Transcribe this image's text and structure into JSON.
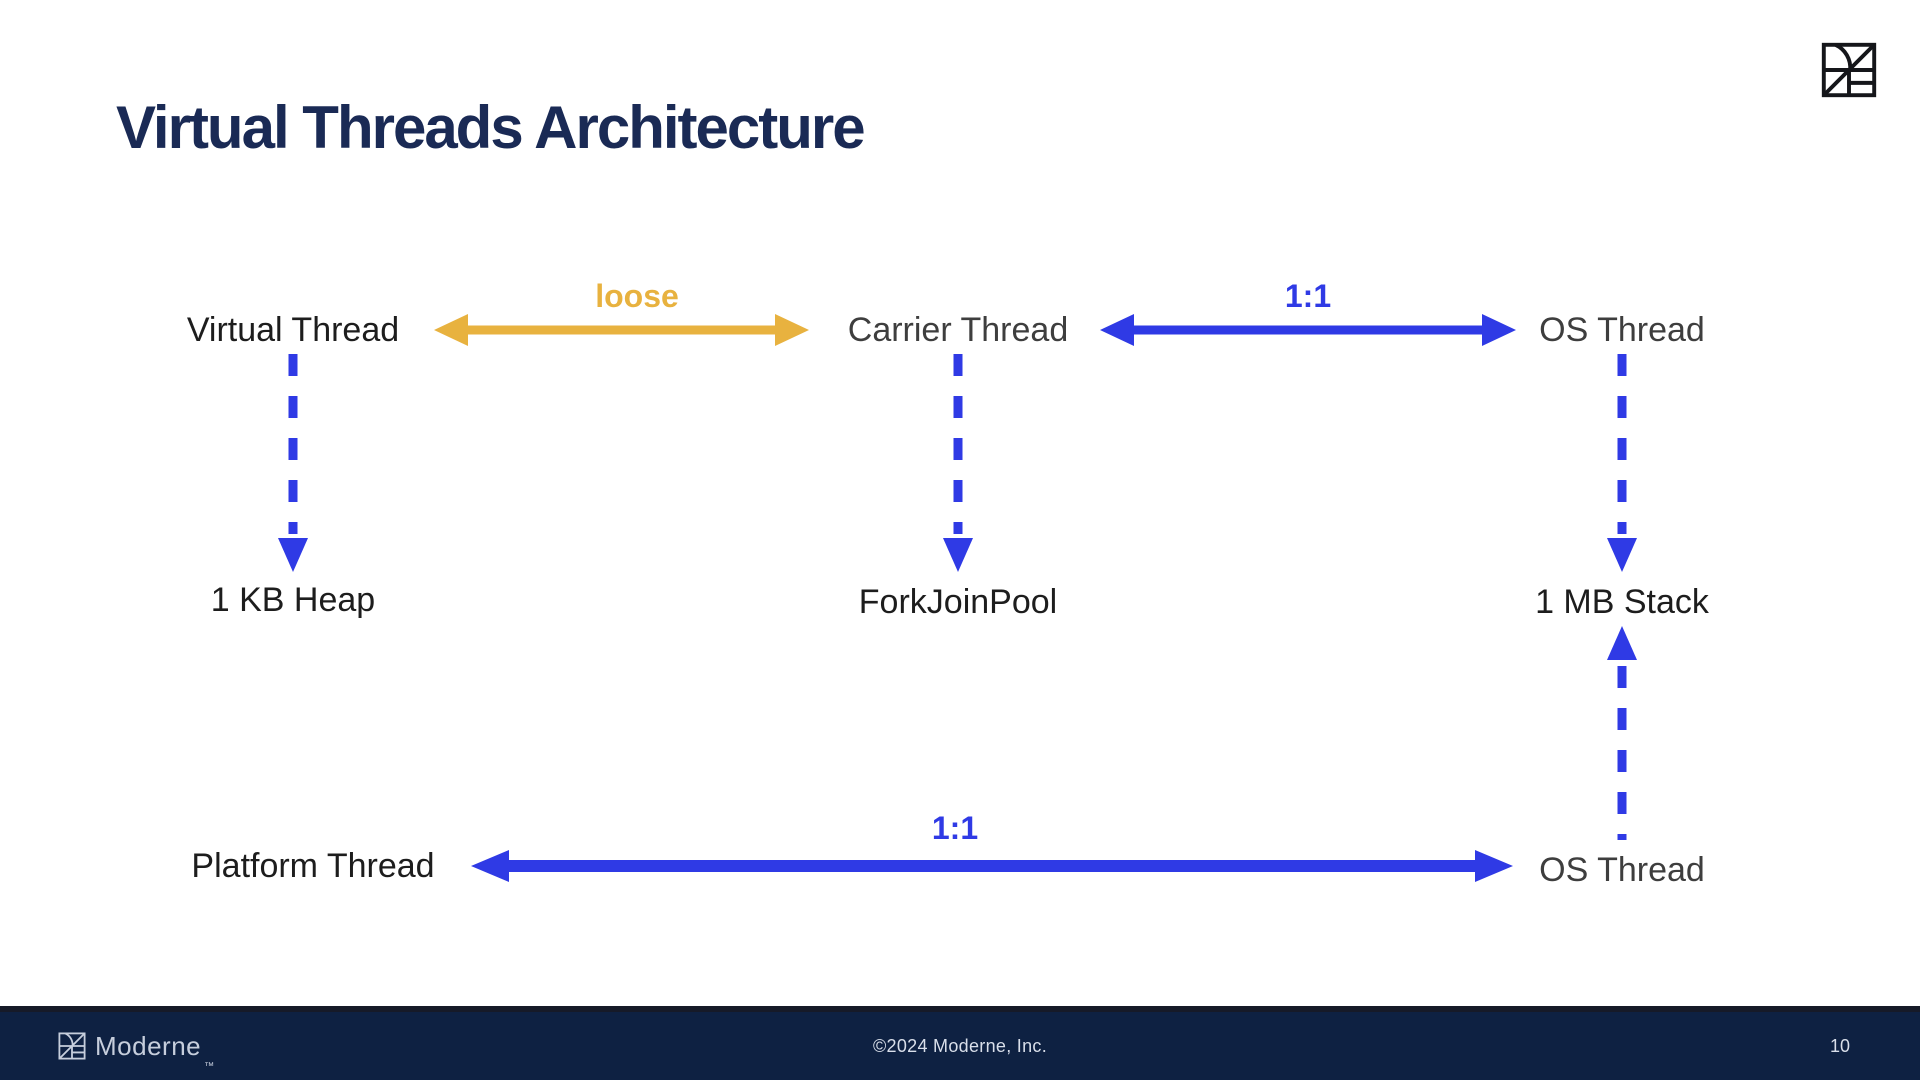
{
  "colors": {
    "accent_blue": "#2F3AE5",
    "accent_gold": "#E8B23F",
    "title_navy": "#1A2A55",
    "footer_navy": "#0E2142",
    "text_black": "#1D1D1D",
    "text_gray": "#3E3E3E",
    "footer_text": "#D9DFEA"
  },
  "slide": {
    "title": "Virtual Threads Architecture",
    "page_number": "10"
  },
  "footer": {
    "brand": "Moderne",
    "trademark": "™",
    "copyright": "©2024 Moderne, Inc."
  },
  "diagram": {
    "nodes": {
      "virtual_thread": "Virtual Thread",
      "carrier_thread": "Carrier Thread",
      "os_thread_top": "OS Thread",
      "heap": "1 KB Heap",
      "fork_join_pool": "ForkJoinPool",
      "stack": "1 MB Stack",
      "platform_thread": "Platform Thread",
      "os_thread_bottom": "OS Thread"
    },
    "edges": {
      "virtual_carrier_label": "loose",
      "carrier_os_label": "1:1",
      "platform_os_label": "1:1"
    }
  }
}
